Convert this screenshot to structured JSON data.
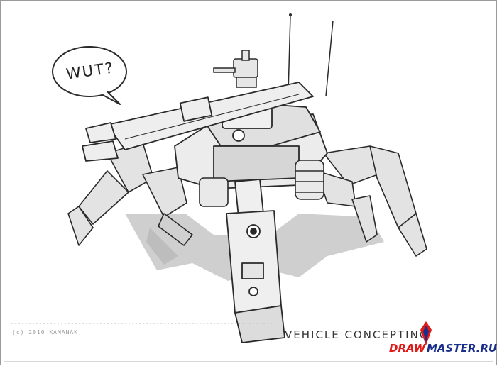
{
  "speech_bubble": {
    "text": "WUT?"
  },
  "footer": {
    "copyright": "(c) 2010 KAMANAK",
    "series_title": "VEHICLE CONCEPTING",
    "brand_part1": "DRAW",
    "brand_part2": "MASTER.RU"
  },
  "colors": {
    "ink": "#2a2a2a",
    "shadow": "#c9c9c9",
    "panel": "#d6d6d6",
    "brand_red": "#e01818",
    "brand_blue": "#1a2f8a"
  }
}
